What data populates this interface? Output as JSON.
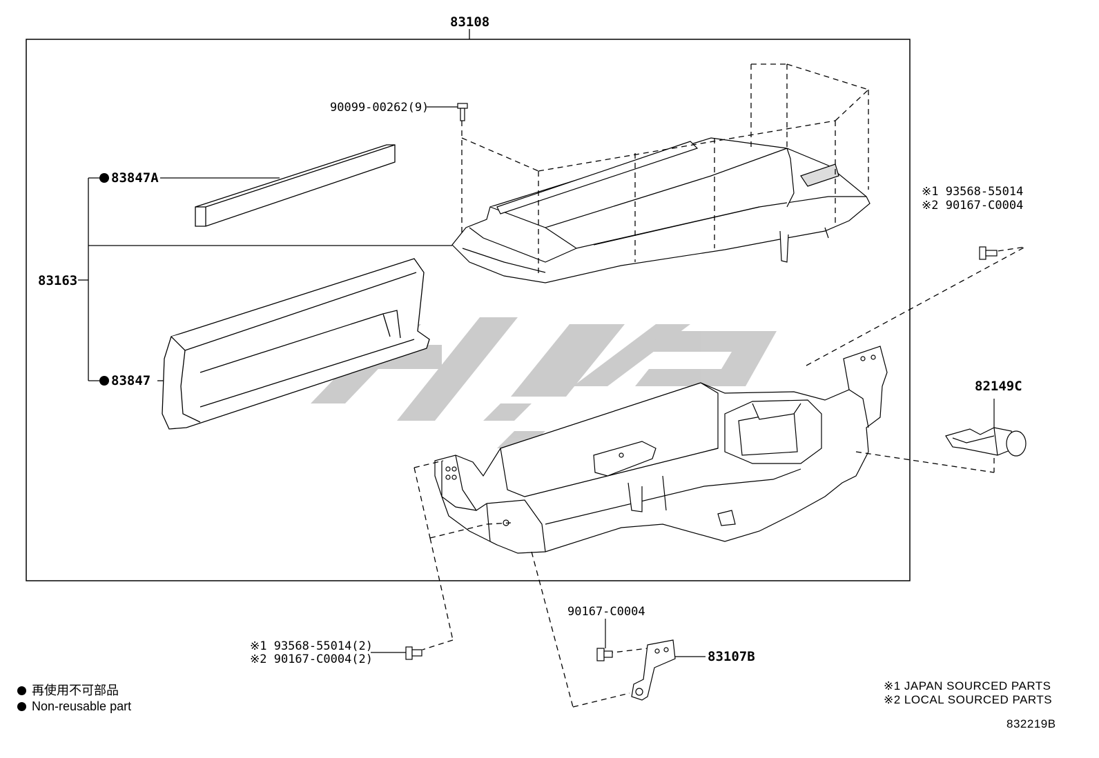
{
  "labels": {
    "assembly_83108": "83108",
    "screw_90099": "90099-00262(9)",
    "seal_83847A": "83847A",
    "group_83163": "83163",
    "seal_83847": "83847",
    "bolt_note_top_1": "※1 93568-55014",
    "bolt_note_top_2": "※2 90167-C0004",
    "sensor_82149C": "82149C",
    "bolt_note_bottom_1": "※1 93568-55014(2)",
    "bolt_note_bottom_2": "※2 90167-C0004(2)",
    "bolt_90167": "90167-C0004",
    "bracket_83107B": "83107B"
  },
  "legend": {
    "non_reusable_jp": "再使用不可部品",
    "non_reusable_en": "Non-reusable part"
  },
  "notes": {
    "japan_sourced": "※1 JAPAN SOURCED PARTS",
    "local_sourced": "※2 LOCAL SOURCED PARTS"
  },
  "diagram_id": "832219B",
  "colors": {
    "line": "#000000",
    "watermark": "#c9c9c9",
    "background": "#ffffff"
  }
}
